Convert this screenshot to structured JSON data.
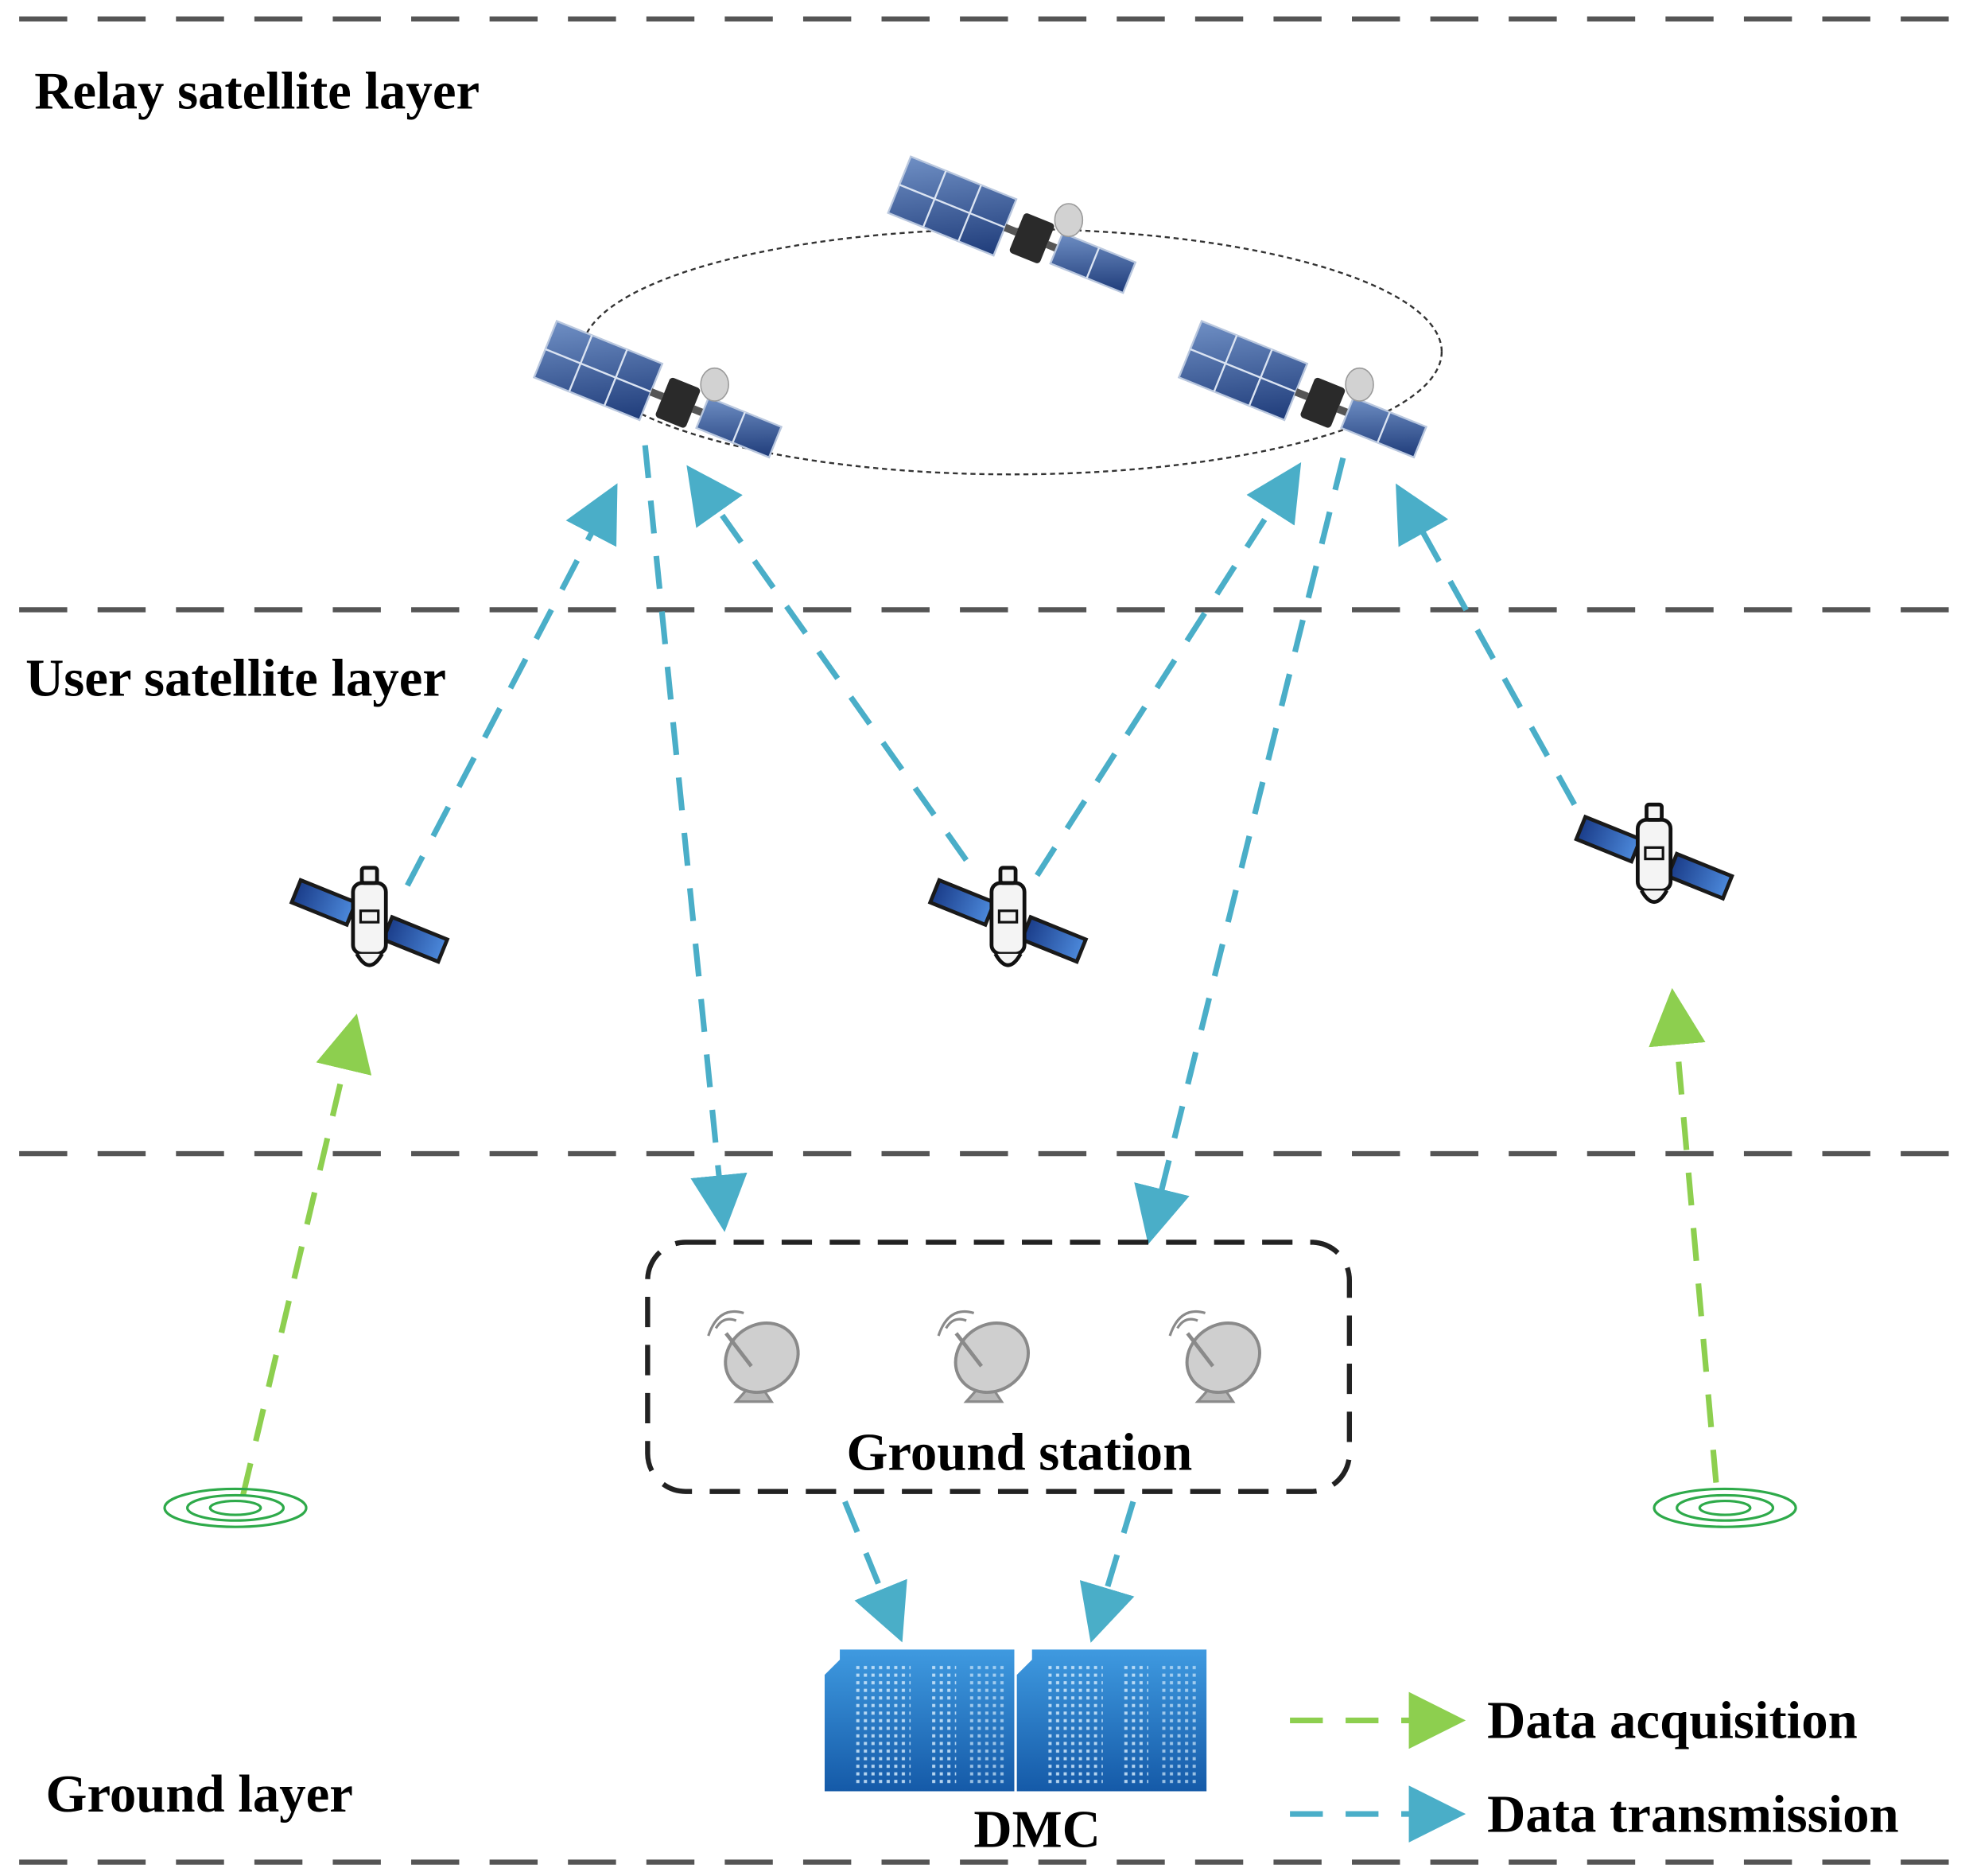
{
  "layers": {
    "relay": "Relay satellite layer",
    "user": "User satellite layer",
    "ground": "Ground layer"
  },
  "nodes": {
    "ground_station": "Ground station",
    "dmc": "DMC"
  },
  "legend": {
    "acquisition": "Data acquisition",
    "transmission": "Data transmission"
  },
  "colors": {
    "acquisition": "#8dcf4f",
    "transmission": "#4aaec8",
    "layer_divider": "#555555",
    "station_box": "#222222",
    "sensor": "#2eaa4a",
    "building": "#1e6fc0"
  }
}
